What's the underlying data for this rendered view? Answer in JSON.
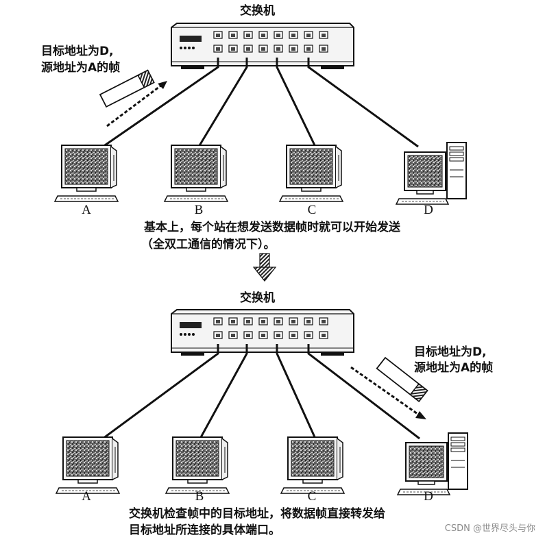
{
  "top": {
    "switch_title": "交换机",
    "frame_label_line1": "目标地址为D,",
    "frame_label_line2": "源地址为A的帧",
    "pcs": [
      "A",
      "B",
      "C",
      "D"
    ],
    "caption_line1": "基本上，每个站在想发送数据帧时就可以开始发送",
    "caption_line2": "（全双工通信的情况下）。"
  },
  "bottom": {
    "switch_title": "交换机",
    "frame_label_line1": "目标地址为D,",
    "frame_label_line2": "源地址为A的帧",
    "pcs": [
      "A",
      "B",
      "C",
      "D"
    ],
    "caption_line1": "交换机检查帧中的目标地址，将数据帧直接转发给",
    "caption_line2": "目标地址所连接的具体端口。"
  },
  "watermark": "CSDN @世界尽头与你"
}
